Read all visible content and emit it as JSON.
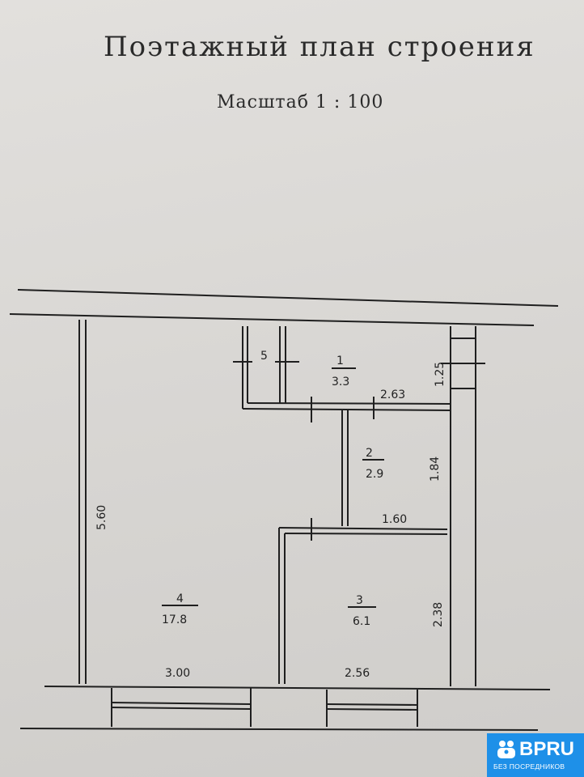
{
  "document": {
    "title": "Поэтажный план строения",
    "scale": "Масштаб  1 : 100"
  },
  "rooms": [
    {
      "number": "1",
      "area": "3.3"
    },
    {
      "number": "2",
      "area": "2.9"
    },
    {
      "number": "3",
      "area": "6.1"
    },
    {
      "number": "4",
      "area": "17.8"
    }
  ],
  "dimensions": {
    "room4_height": "5.60",
    "closet_width": "5",
    "room1_height": "1.25",
    "room1_width": "2.63",
    "room2_height": "1.84",
    "room2_width": "1.60",
    "room3_height": "2.38",
    "room4_width": "3.00",
    "room3_width": "2.56"
  },
  "watermark": {
    "brand": "BPRU",
    "tagline": "БЕЗ ПОСРЕДНИКОВ",
    "color": "#1e90e8"
  }
}
